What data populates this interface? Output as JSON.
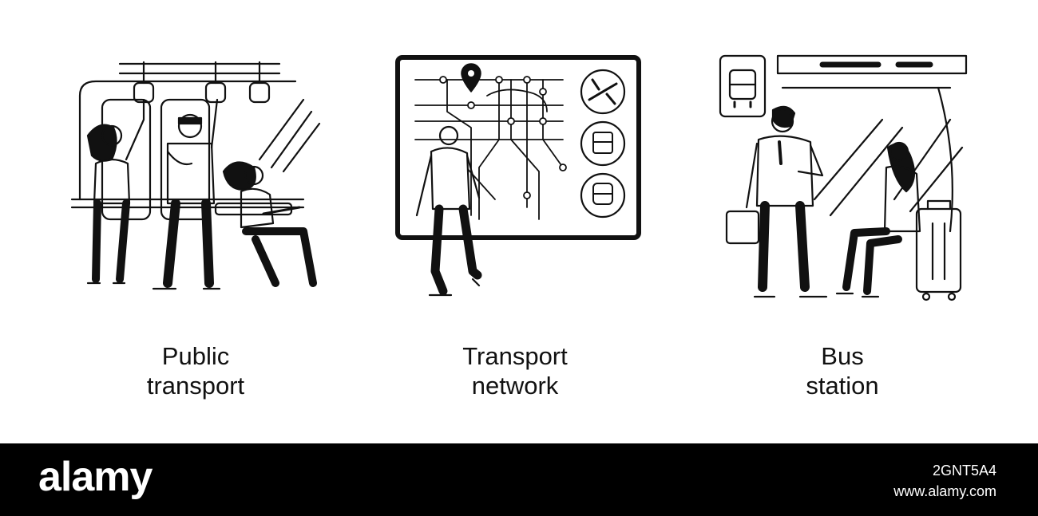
{
  "panels": [
    {
      "caption_line1": "Public",
      "caption_line2": "transport"
    },
    {
      "caption_line1": "Transport",
      "caption_line2": "network"
    },
    {
      "caption_line1": "Bus",
      "caption_line2": "station"
    }
  ],
  "footer": {
    "logo": "alamy",
    "image_id": "2GNT5A4",
    "site": "www.alamy.com"
  },
  "colors": {
    "ink": "#111111",
    "background": "#ffffff",
    "footer": "#000000"
  },
  "icons": [
    "airplane-icon",
    "bus-icon",
    "train-icon",
    "location-pin-icon",
    "bus-stop-sign-icon"
  ]
}
